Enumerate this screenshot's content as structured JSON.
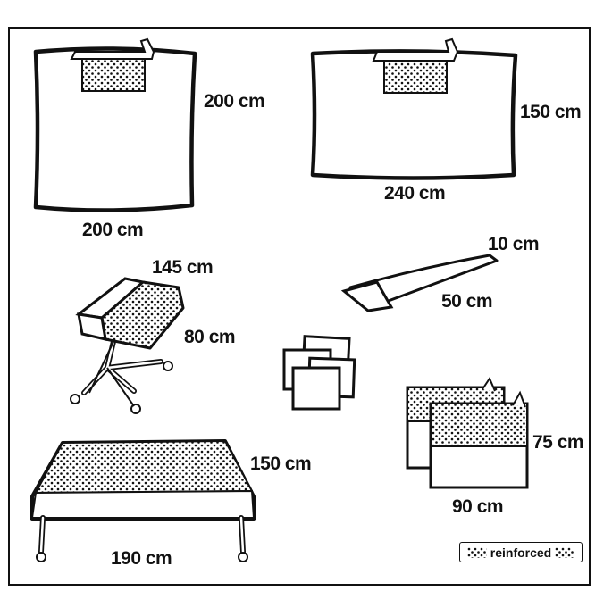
{
  "labels": {
    "drape_large_height": "200 cm",
    "drape_large_width": "200 cm",
    "drape_rect_height": "150 cm",
    "drape_rect_width": "240 cm",
    "mayo_length": "145 cm",
    "mayo_width": "80 cm",
    "tape_width": "10 cm",
    "tape_length": "50 cm",
    "table_width": "150 cm",
    "table_length": "190 cm",
    "bag_height": "75 cm",
    "bag_width": "90 cm"
  },
  "legend": {
    "label": "reinforced"
  },
  "colors": {
    "stroke": "#111111",
    "fill": "#ffffff",
    "dot": "#111111"
  }
}
